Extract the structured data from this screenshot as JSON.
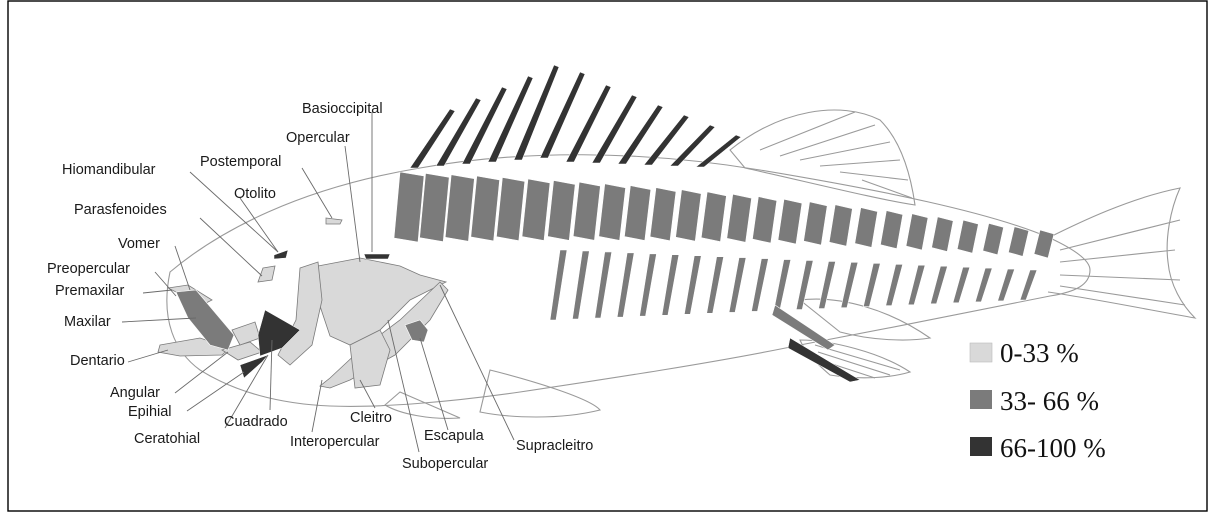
{
  "labels": {
    "basioccipital": "Basioccipital",
    "opercular": "Opercular",
    "postemporal": "Postemporal",
    "hiomandibular": "Hiomandibular",
    "otolito": "Otolito",
    "parasfenoides": "Parasfenoides",
    "vomer": "Vomer",
    "preopercular": "Preopercular",
    "premaxilar": "Premaxilar",
    "maxilar": "Maxilar",
    "dentario": "Dentario",
    "angular": "Angular",
    "epihial": "Epihial",
    "ceratohial": "Ceratohial",
    "cuadrado": "Cuadrado",
    "interopercular": "Interopercular",
    "cleitro": "Cleitro",
    "subopercular": "Subopercular",
    "escapula": "Escapula",
    "supracleitro": "Supracleitro"
  },
  "legend": [
    {
      "label": "0-33 %",
      "color": "#d9d9d9"
    },
    {
      "label": "33- 66 %",
      "color": "#7b7b7b"
    },
    {
      "label": "66-100 %",
      "color": "#333333"
    }
  ]
}
